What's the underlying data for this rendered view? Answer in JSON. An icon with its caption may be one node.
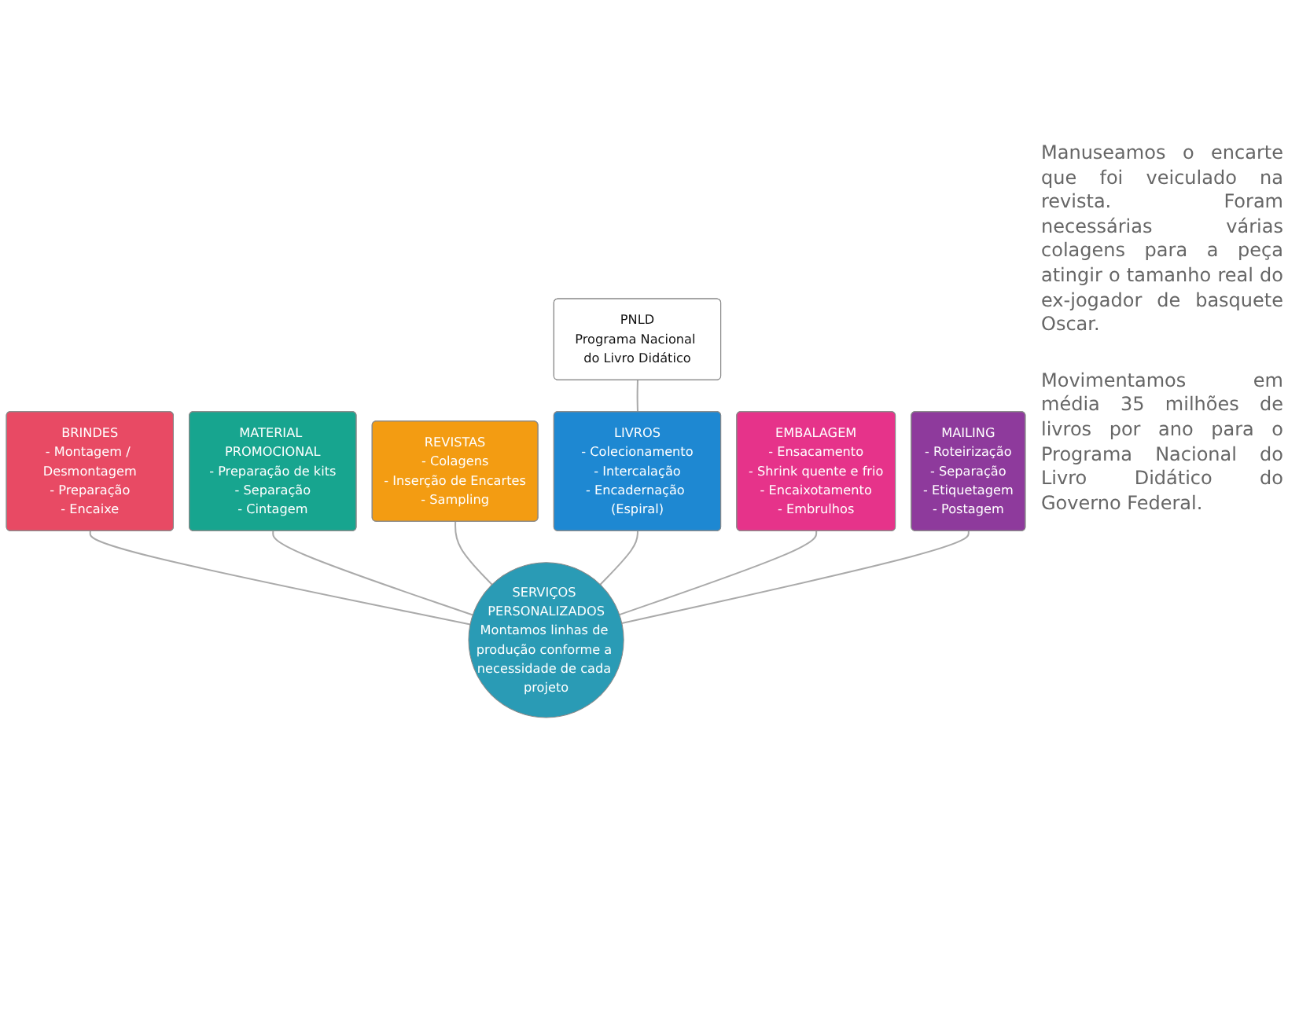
{
  "diagram": {
    "nodes": [
      {
        "text": [
          "BRINDES",
          "- Montagem / Desmontagem",
          "- Preparação",
          "- Encaixe"
        ]
      },
      {
        "text": [
          "MATERIAL PROMOCIONAL",
          "- Preparação de kits",
          "- Separação",
          "- Cintagem"
        ]
      },
      {
        "text": [
          "REVISTAS",
          "- Colagens",
          "- Inserção de Encartes",
          "- Sampling"
        ]
      },
      {
        "text": [
          "PNLD",
          "Programa Nacional do Livro Didático"
        ]
      },
      {
        "text": [
          "LIVROS",
          "- Colecionamento",
          "- Intercalação",
          "- Encadernação (Espiral)"
        ]
      },
      {
        "text": [
          "EMBALAGEM",
          "- Ensacamento",
          "- Shrink quente e frio",
          "- Encaixotamento",
          "- Embrulhos"
        ]
      },
      {
        "text": [
          "MAILING",
          "- Roteirização",
          "- Separação",
          "- Etiquetagem",
          "- Postagem"
        ]
      },
      {
        "text": [
          "SERVIÇOS PERSONALIZADOS",
          "Montamos linhas de produção conforme a necessidade de cada projeto"
        ]
      }
    ],
    "edges": [
      {
        "from": 7,
        "to": 0,
        "arrow": "none"
      },
      {
        "from": 7,
        "to": 1,
        "arrow": "none"
      },
      {
        "from": 7,
        "to": 2,
        "arrow": "none"
      },
      {
        "from": 4,
        "to": 3,
        "arrow": "none"
      },
      {
        "from": 7,
        "to": 4,
        "arrow": "none"
      },
      {
        "from": 7,
        "to": 5,
        "arrow": "none"
      },
      {
        "from": 7,
        "to": 6,
        "arrow": "none"
      }
    ],
    "labels": [
      "Manuseamos o encarte que foi veiculado na revista. Foram necessárias várias colagens para a peça atingir o tamanho real do ex-jogador de basquete Oscar.",
      "Movimentamos em média 35 milhões de livros por ano para o Programa Nacional do Livro Didático do Governo Federal."
    ]
  }
}
